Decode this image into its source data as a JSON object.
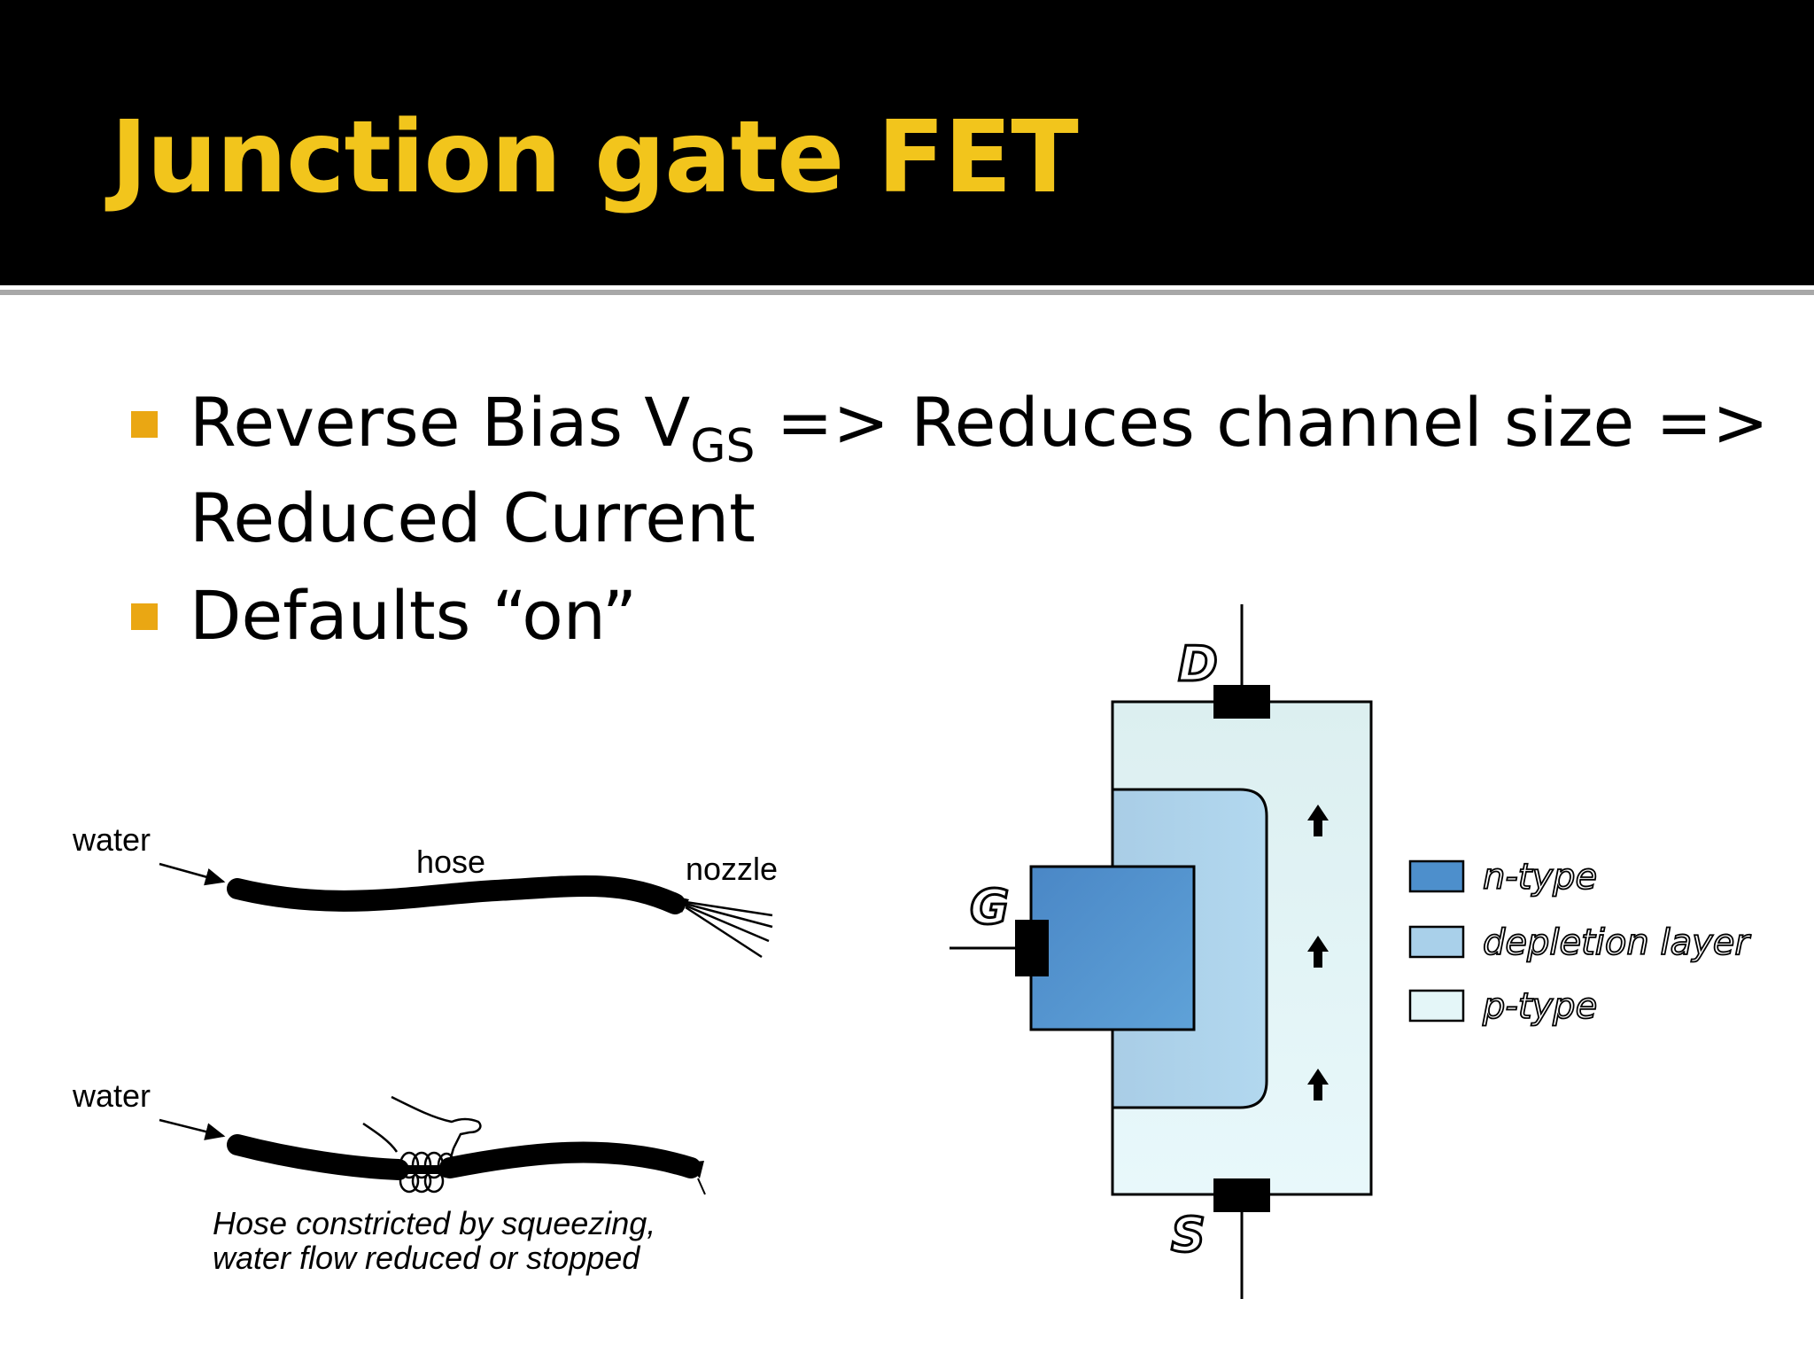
{
  "slide": {
    "title": "Junction gate FET",
    "bullets": [
      {
        "before": "Reverse Bias V",
        "subscript": "GS",
        "after": " => Reduces channel size =>",
        "line2": "Reduced Current"
      },
      {
        "text": "Defaults “on”"
      }
    ]
  },
  "hose_diagram": {
    "label_water_top": "water",
    "label_hose": "hose",
    "label_nozzle": "nozzle",
    "label_water_bottom": "water",
    "caption_line1": "Hose constricted by squeezing,",
    "caption_line2": "water flow reduced or stopped"
  },
  "jfet_diagram": {
    "terminal_drain": "D",
    "terminal_gate": "G",
    "terminal_source": "S",
    "legend": [
      {
        "label": "n-type",
        "color": "#4d8fcc"
      },
      {
        "label": "depletion layer",
        "color": "#a9d0ea"
      },
      {
        "label": "p-type",
        "color": "#e4f6f8"
      }
    ]
  },
  "colors": {
    "title": "#f2c51c",
    "bullet": "#eaa713",
    "title_bar": "#000000"
  }
}
